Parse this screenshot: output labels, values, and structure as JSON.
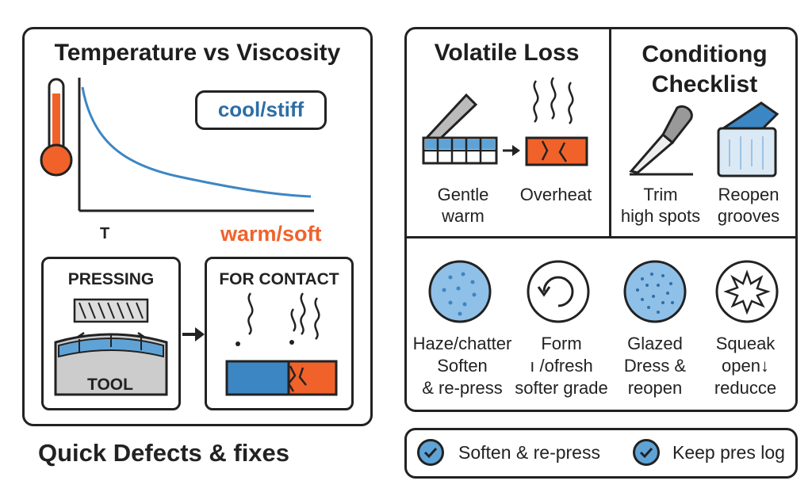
{
  "left_panel": {
    "title": "Temperature vs Viscosity",
    "cool_label": "cool/stiff",
    "axis_label": "T",
    "warm_label": "warm/soft",
    "pressing_title": "PRESSING",
    "tool_label": "TOOL",
    "contact_title": "FOR CONTACT"
  },
  "volatile": {
    "title": "Volatile Loss",
    "items": [
      {
        "label": "Gentle\nwarm",
        "icon": "press-icon"
      },
      {
        "label": "Overheat",
        "icon": "overheat-icon"
      }
    ]
  },
  "conditioning": {
    "title": "Conditiong\nChecklist",
    "items": [
      {
        "label": "Trim\nhigh spots",
        "icon": "knife-icon"
      },
      {
        "label": "Reopen\ngrooves",
        "icon": "scraper-icon"
      }
    ]
  },
  "defects": [
    {
      "label": "Haze/chatter\nSoften\n& re-press",
      "icon": "dotted-disk-icon"
    },
    {
      "label": "Form\nı /ofresh\nsofter grade",
      "icon": "refresh-icon"
    },
    {
      "label": "Glazed\nDress &\nreopen",
      "icon": "glazed-disk-icon"
    },
    {
      "label": "Squeak\nopen↓\nreducce",
      "icon": "starburst-icon"
    }
  ],
  "footer": {
    "heading": "Quick Defects & fixes",
    "checks": [
      "Soften & re-press",
      "Keep pres log"
    ]
  },
  "colors": {
    "blue": "#3d86c4",
    "light_blue": "#5fa3d6",
    "orange": "#f0622a",
    "outline": "#222222"
  }
}
